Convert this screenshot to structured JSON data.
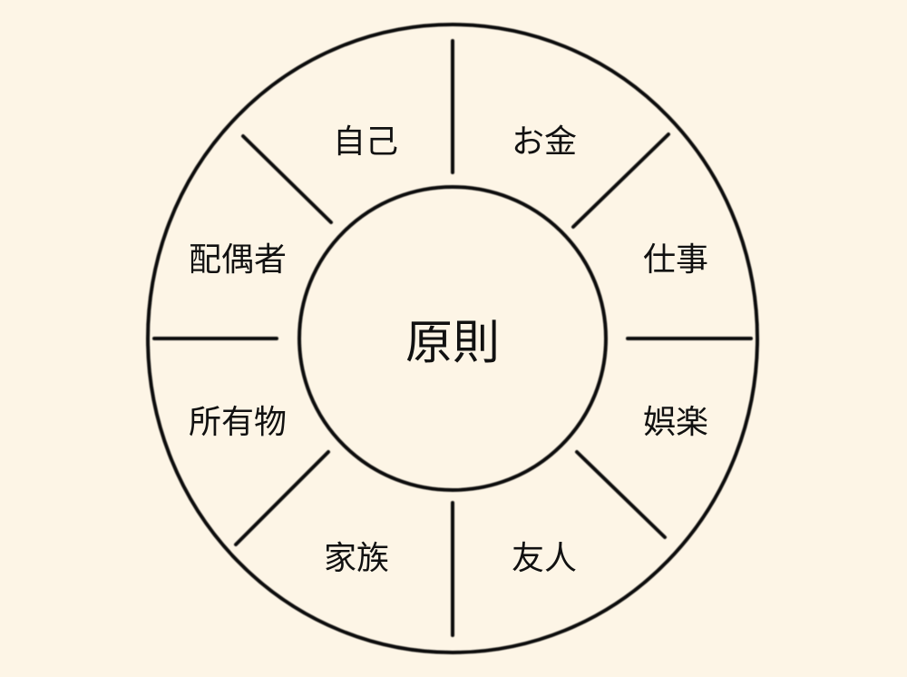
{
  "diagram": {
    "center": "原則",
    "segments": [
      "自己",
      "お金",
      "仕事",
      "娯楽",
      "友人",
      "家族",
      "所有物",
      "配偶者"
    ],
    "colors": {
      "background": "#fdf5e6",
      "stroke": "#111111"
    }
  }
}
